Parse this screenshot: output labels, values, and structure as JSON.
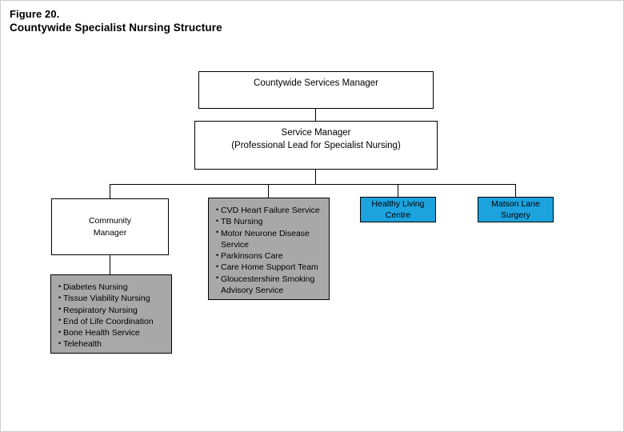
{
  "figure": {
    "label": "Figure 20.",
    "title": "Countywide Specialist Nursing Structure"
  },
  "chart_data": {
    "type": "diagram",
    "diagram_type": "organizational-hierarchy-chart",
    "title": "Countywide Specialist Nursing Structure",
    "figure_number": "Figure 20.",
    "colors": {
      "background": "#ffffff",
      "box_border": "#000000",
      "white_fill": "#ffffff",
      "gray_fill": "#a8a8a8",
      "blue_fill": "#1ca2dd",
      "text": "#000000"
    },
    "levels": [
      {
        "level": 1,
        "nodes": [
          "countywide-services-manager"
        ]
      },
      {
        "level": 2,
        "nodes": [
          "service-manager"
        ]
      },
      {
        "level": 3,
        "nodes": [
          "community-manager",
          "specialist-services-list",
          "healthy-living-centre",
          "matson-lane-surgery"
        ]
      },
      {
        "level": 4,
        "nodes": [
          "community-services-list"
        ]
      }
    ],
    "edges": [
      {
        "from": "countywide-services-manager",
        "to": "service-manager"
      },
      {
        "from": "service-manager",
        "to": "community-manager"
      },
      {
        "from": "service-manager",
        "to": "specialist-services-list"
      },
      {
        "from": "service-manager",
        "to": "healthy-living-centre"
      },
      {
        "from": "service-manager",
        "to": "matson-lane-surgery"
      },
      {
        "from": "community-manager",
        "to": "community-services-list"
      }
    ]
  },
  "nodes": {
    "countywide_services_manager": {
      "label": "Countywide Services Manager",
      "style": "white"
    },
    "service_manager": {
      "line1": "Service Manager",
      "line2": "(Professional Lead for Specialist Nursing)",
      "style": "white"
    },
    "community_manager": {
      "line1": "Community",
      "line2": "Manager",
      "style": "white"
    },
    "community_services_list": {
      "style": "gray",
      "items": [
        "Diabetes Nursing",
        "Tissue Viability Nursing",
        "Respiratory Nursing",
        "End of Life Coordination",
        "Bone Health Service",
        "Telehealth"
      ]
    },
    "specialist_services_list": {
      "style": "gray",
      "items": [
        "CVD Heart Failure Service",
        "TB Nursing",
        "Motor Neurone Disease Service",
        "Parkinsons Care",
        "Care Home Support Team",
        "Gloucestershire Smoking Advisory Service"
      ]
    },
    "healthy_living_centre": {
      "line1": "Healthy Living",
      "line2": "Centre",
      "style": "blue"
    },
    "matson_lane_surgery": {
      "line1": "Matson Lane",
      "line2": "Surgery",
      "style": "blue"
    }
  }
}
